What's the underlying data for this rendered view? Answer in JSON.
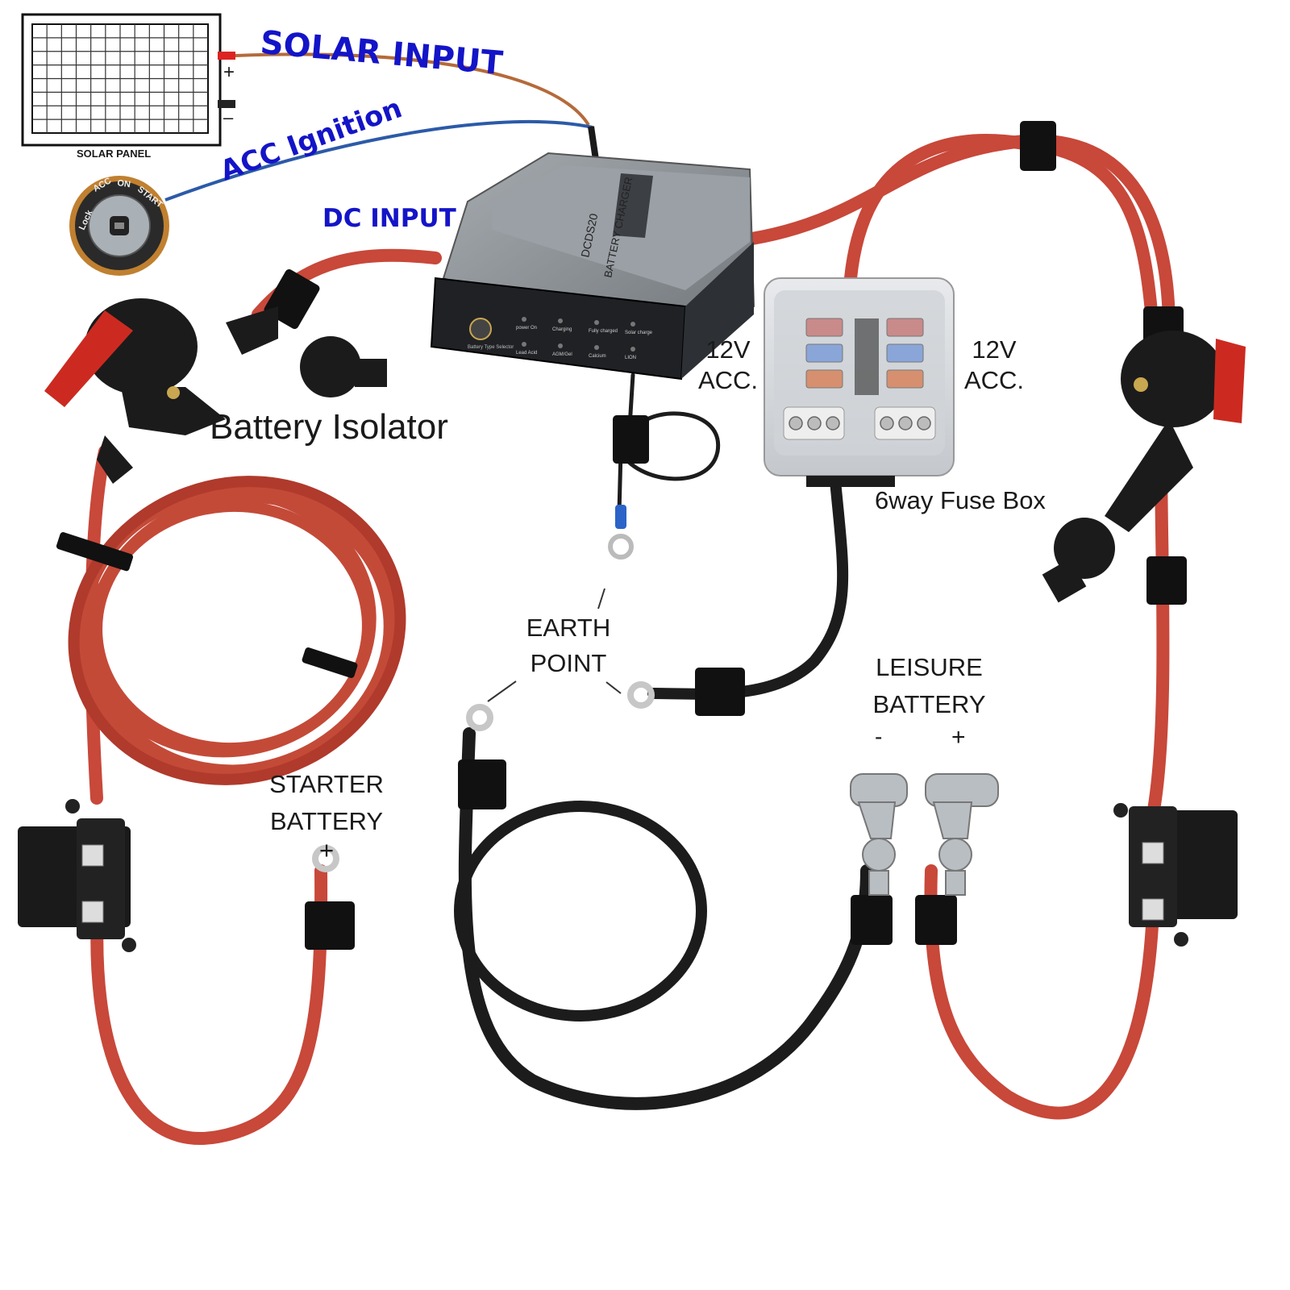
{
  "labels": {
    "solar_panel": "SOLAR PANEL",
    "plus": "+",
    "minus": "–",
    "solar_input": "SOLAR INPUT",
    "acc_ignition": "ACC Ignition",
    "dc_input": "DC INPUT",
    "battery_isolator": "Battery Isolator",
    "acc_left_1": "12V",
    "acc_left_2": "ACC.",
    "acc_right_1": "12V",
    "acc_right_2": "ACC.",
    "fuse_box": "6way Fuse Box",
    "earth_1": "EARTH",
    "earth_2": "POINT",
    "leisure_1": "LEISURE",
    "leisure_2": "BATTERY",
    "leisure_minus": "-",
    "leisure_plus": "+",
    "starter_1": "STARTER",
    "starter_2": "BATTERY",
    "starter_plus": "+"
  },
  "ignition_switch": {
    "lock": "Lock",
    "acc": "ACC",
    "on": "ON",
    "start": "START"
  },
  "charger": {
    "model": "DCDS20",
    "name": "BATTERY CHARGER",
    "button": "Battery Type Selector",
    "leds_top": [
      "power On",
      "Charging",
      "Fully charged",
      "Solar charge"
    ],
    "leds_bottom": [
      "Lead Acid",
      "AGM/Gel",
      "Calcium",
      "LION"
    ]
  },
  "colors": {
    "label_blue": "#1414c8",
    "cable_red": "#c8483a",
    "cable_black": "#1c1c1c",
    "isolator_red": "#cc2a20",
    "charger_body": "#8d9297",
    "charger_face": "#202124",
    "fuse_box": "#d9dce0"
  }
}
